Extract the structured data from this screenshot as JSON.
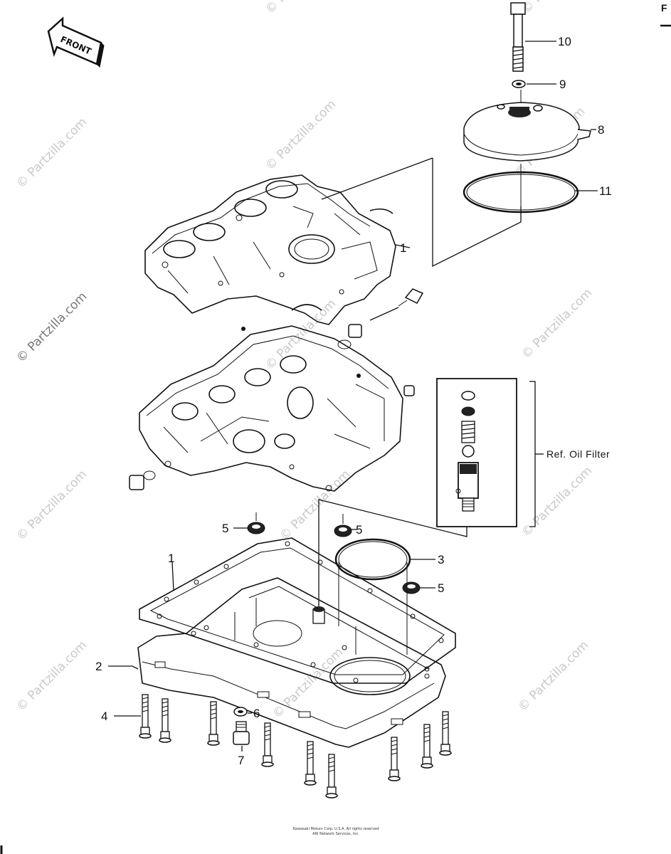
{
  "watermark": "© Partzilla.com",
  "front_label": "FRONT",
  "corner_mark": "F",
  "ref_label": "Ref. Oil Filter",
  "callouts": {
    "c10": "10",
    "c9": "9",
    "c8": "8",
    "c11": "11",
    "c1_top": "1",
    "c3": "3",
    "c5a": "5",
    "c5b": "5",
    "c5c": "5",
    "c1": "1",
    "c2": "2",
    "c4": "4",
    "c6": "6",
    "c7": "7"
  },
  "copyright_line1": "Kawasaki Motors Corp. U.S.A. All rights reserved",
  "copyright_line2": "ARI Network Services, Inc."
}
